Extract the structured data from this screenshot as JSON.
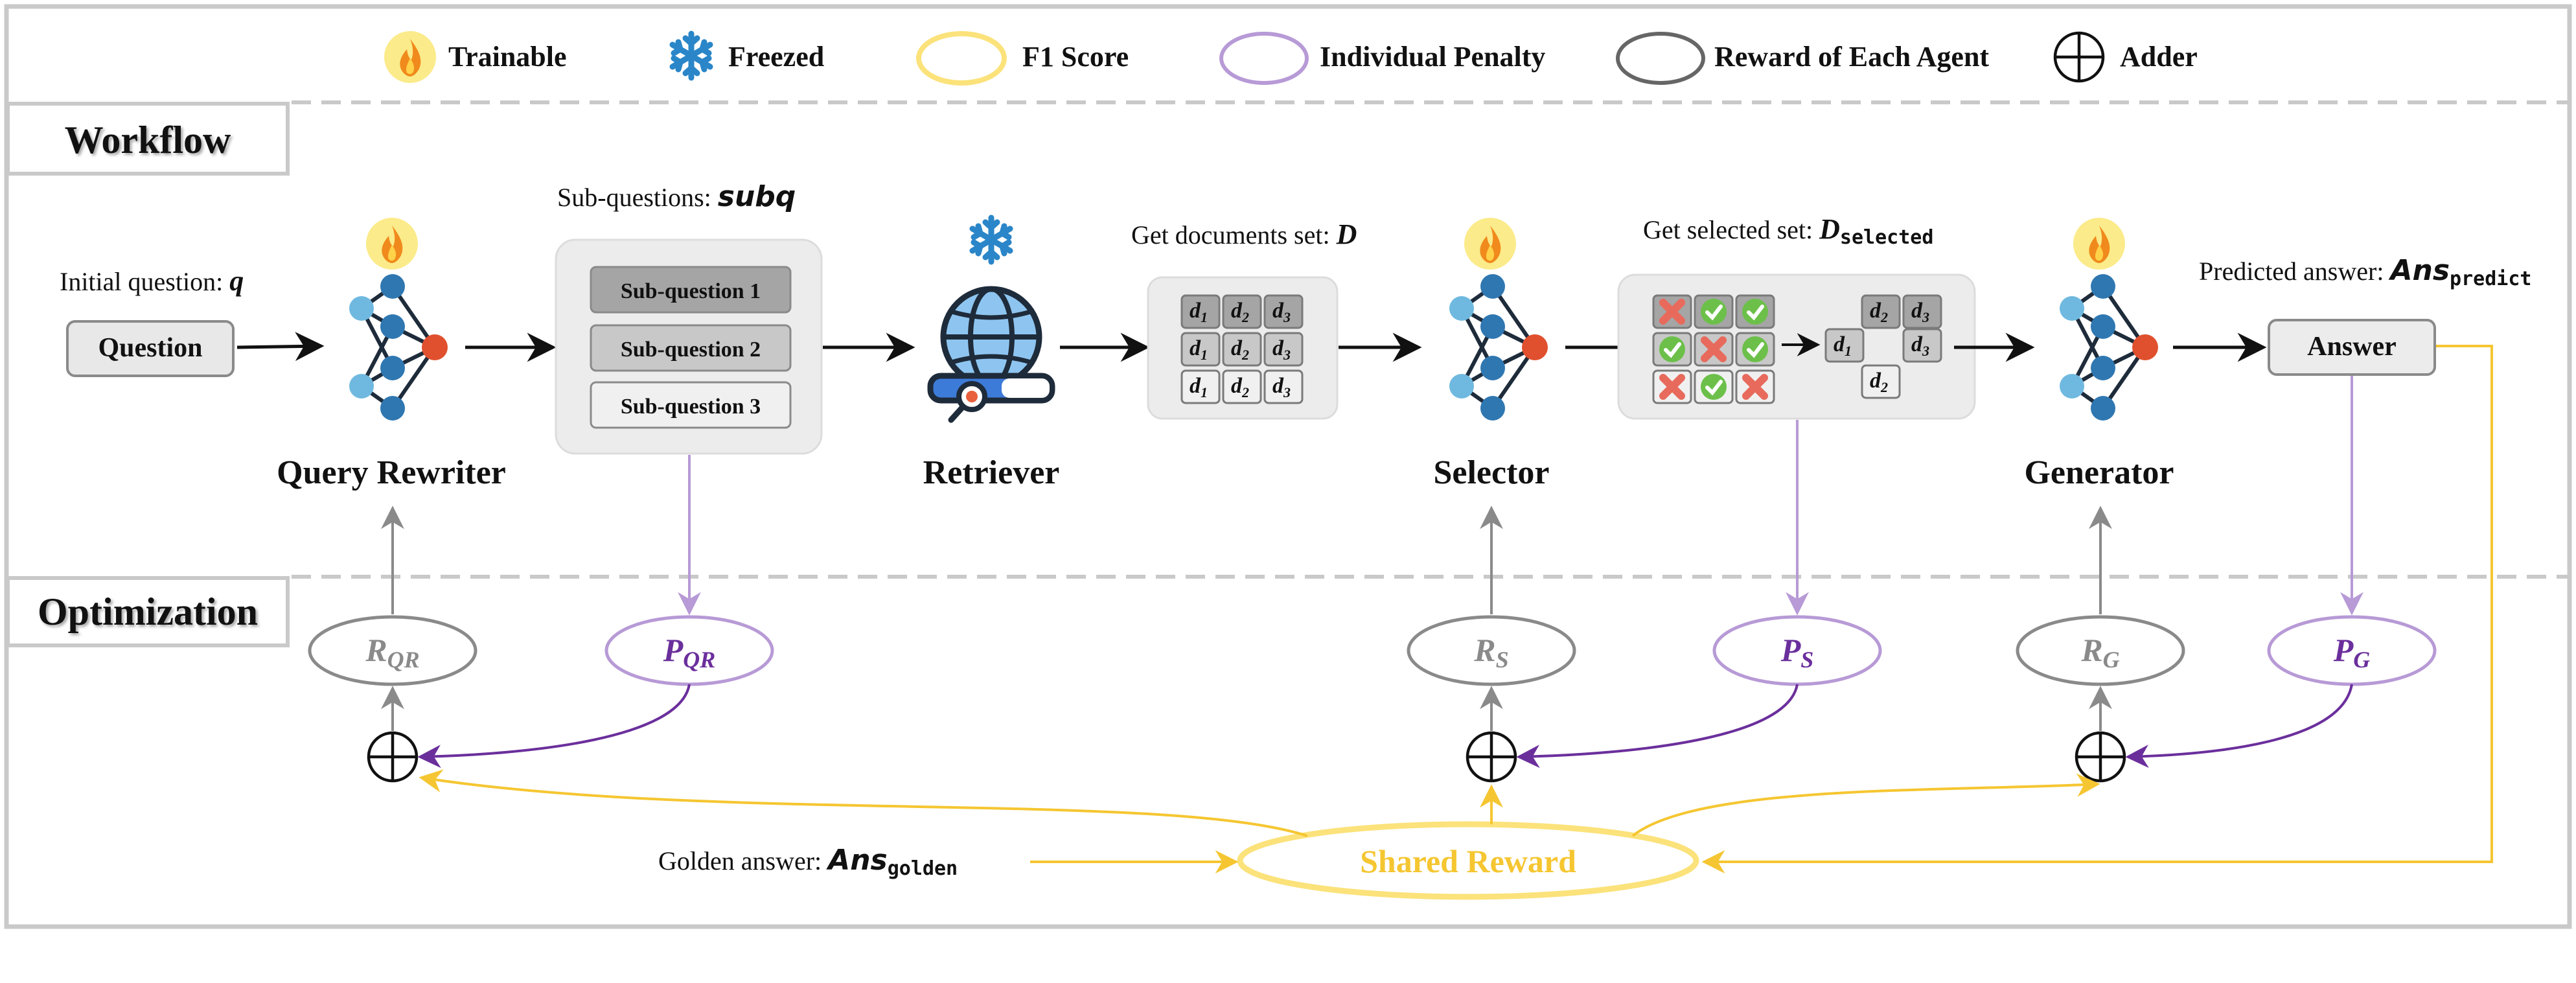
{
  "legend": {
    "trainable": "Trainable",
    "freezed": "Freezed",
    "f1_score": "F1 Score",
    "individual_penalty": "Individual Penalty",
    "reward_each_agent": "Reward of Each Agent",
    "adder": "Adder"
  },
  "sections": {
    "workflow": "Workflow",
    "optimization": "Optimization"
  },
  "workflow": {
    "initial_question_label": "Initial question:",
    "initial_question_symbol": "q",
    "question_box": "Question",
    "subquestions_label": "Sub-questions:",
    "subquestions_symbol": "subq",
    "subquestions": [
      "Sub-question 1",
      "Sub-question 2",
      "Sub-question 3"
    ],
    "documents_label": "Get documents set:",
    "documents_symbol": "D",
    "doc_d": "d",
    "doc_subs": [
      "1",
      "2",
      "3"
    ],
    "selected_label": "Get selected set:",
    "selected_symbol": "D",
    "selected_sub": "selected",
    "predicted_label": "Predicted answer:",
    "predicted_symbol": "Ans",
    "predicted_sub": "predict",
    "answer_box": "Answer",
    "agents": {
      "query_rewriter": "Query Rewriter",
      "retriever": "Retriever",
      "selector": "Selector",
      "generator": "Generator"
    }
  },
  "optimization": {
    "r_qr": "R",
    "r_qr_sub": "QR",
    "p_qr": "P",
    "p_qr_sub": "QR",
    "r_s": "R",
    "r_s_sub": "S",
    "p_s": "P",
    "p_s_sub": "S",
    "r_g": "R",
    "r_g_sub": "G",
    "p_g": "P",
    "p_g_sub": "G",
    "shared_reward": "Shared Reward",
    "golden_label": "Golden answer:",
    "golden_symbol": "Ans",
    "golden_sub": "golden"
  },
  "colors": {
    "yellow": "#f5c631",
    "yellow_fill": "#fbeb8a",
    "purple": "#b79ad6",
    "purple_dark": "#6b2f9c",
    "gray": "#8a8a8a",
    "node_blue": "#2f77b1",
    "node_light": "#6fb9e0",
    "node_red": "#e0502e",
    "snow": "#2a86c8",
    "red_x": "#e86a5c",
    "green_check": "#6cc04a"
  }
}
